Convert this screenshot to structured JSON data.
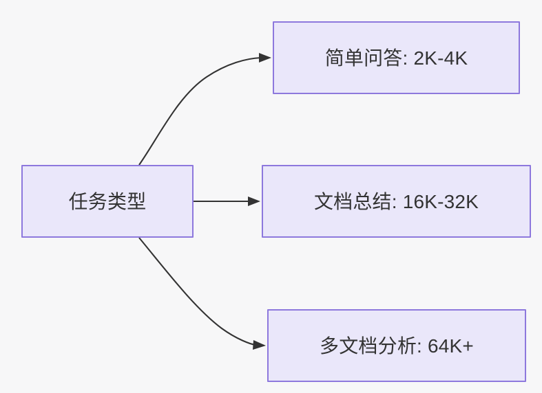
{
  "diagram": {
    "type": "flowchart",
    "direction": "left-to-right",
    "background_color": "#f7f7f8",
    "node_fill_color": "#eae7fa",
    "node_border_color": "#8d78dd",
    "edge_color": "#333333",
    "text_color": "#333333",
    "nodes": [
      {
        "id": "root",
        "label": "任务类型",
        "role": "source"
      },
      {
        "id": "simple-qa",
        "label": "简单问答: 2K-4K",
        "role": "target"
      },
      {
        "id": "doc-summary",
        "label": "文档总结: 16K-32K",
        "role": "target"
      },
      {
        "id": "multi-doc",
        "label": "多文档分析: 64K+",
        "role": "target"
      }
    ],
    "edges": [
      {
        "id": "edge-root-simple-qa",
        "from": "root",
        "to": "simple-qa",
        "label": "",
        "style": "curved-arrow"
      },
      {
        "id": "edge-root-doc-summary",
        "from": "root",
        "to": "doc-summary",
        "label": "",
        "style": "straight-arrow"
      },
      {
        "id": "edge-root-multi-doc",
        "from": "root",
        "to": "multi-doc",
        "label": "",
        "style": "curved-arrow"
      }
    ]
  }
}
